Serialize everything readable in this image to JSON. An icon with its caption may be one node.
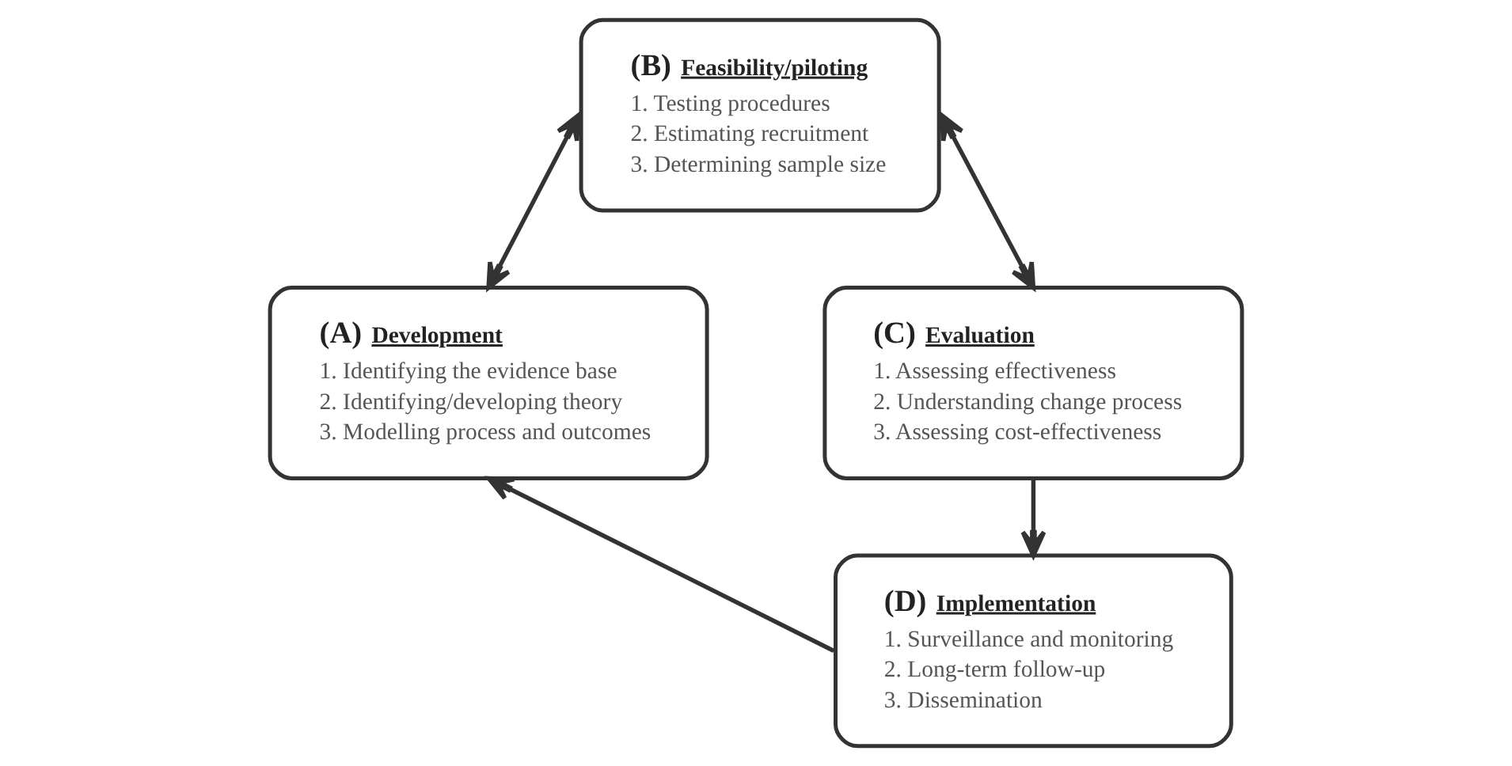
{
  "diagram": {
    "nodes": [
      {
        "text": [
          "(B) Feasibility/piloting",
          "1. Testing procedures",
          "2. Estimating recruitment",
          "3. Determining sample size"
        ]
      },
      {
        "text": [
          "(A) Development",
          "1. Identifying the evidence base",
          "2. Identifying/developing theory",
          "3. Modelling process and outcomes"
        ]
      },
      {
        "text": [
          "(C) Evaluation",
          "1. Assessing effectiveness",
          "2. Understanding change process",
          "3. Assessing cost-effectiveness"
        ]
      },
      {
        "text": [
          "(D) Implementation",
          "1. Surveillance and monitoring",
          "2. Long-term follow-up",
          "3. Dissemination"
        ]
      }
    ],
    "edges": [
      {
        "from": 0,
        "to": 1,
        "arrow": "both"
      },
      {
        "from": 0,
        "to": 2,
        "arrow": "both"
      },
      {
        "from": 2,
        "to": 3,
        "arrow": "to"
      },
      {
        "from": 3,
        "to": 1,
        "arrow": "to"
      }
    ]
  }
}
